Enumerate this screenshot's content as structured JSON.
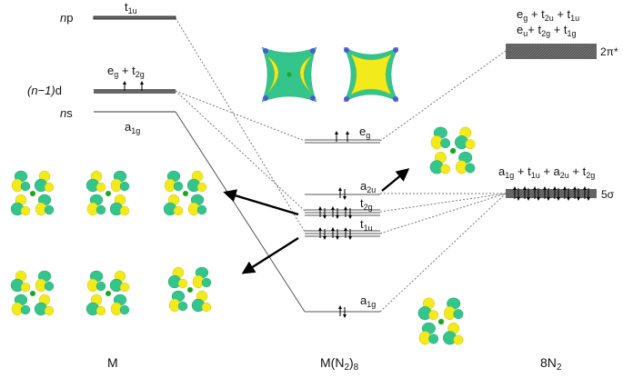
{
  "columns": {
    "metal": "M",
    "complex": "M(N",
    "complex_sub": "2",
    "complex_tail": ")",
    "complex_sub2": "8",
    "ligand": "8N",
    "ligand_sub": "2"
  },
  "metal_levels": {
    "np": {
      "italic": "n",
      "rest": "p",
      "label": "t",
      "sub": "1u"
    },
    "nd": {
      "italic": "(n−1)",
      "rest": "d",
      "label_a": "e",
      "sub_a": "g",
      "plus": " + t",
      "sub_b": "2g"
    },
    "ns": {
      "italic": "n",
      "rest": "s",
      "label": "a",
      "sub": "1g"
    }
  },
  "complex_levels": {
    "eg": {
      "label": "e",
      "sub": "g"
    },
    "a2u": {
      "label": "a",
      "sub": "2u"
    },
    "t2g": {
      "label": "t",
      "sub": "2g"
    },
    "t1u": {
      "label": "t",
      "sub": "1u"
    },
    "a1g": {
      "label": "a",
      "sub": "1g"
    }
  },
  "ligand_levels": {
    "pi_star": {
      "label": "2π*"
    },
    "pi_star_line1": {
      "p1": "e",
      "s1": "g",
      "p2": " + t",
      "s2": "2u",
      "p3": " + t",
      "s3": "1u"
    },
    "pi_star_line2": {
      "p1": "e",
      "s1": "u",
      "p2": "+ t",
      "s2": "2g",
      "p3": " + t",
      "s3": "1g"
    },
    "sigma": {
      "label": "5σ"
    },
    "sigma_line": {
      "p1": "a",
      "s1": "1g",
      "p2": " + t",
      "s2": "1u",
      "p3": " + a",
      "s3": "2u",
      "p4": " + t",
      "s4": "2g"
    }
  },
  "colors": {
    "lobe_positive": "#f3ea1c",
    "lobe_negative": "#33c58c",
    "metal_atom": "#1aa81e",
    "ligand_band": "#5a5a5a"
  }
}
